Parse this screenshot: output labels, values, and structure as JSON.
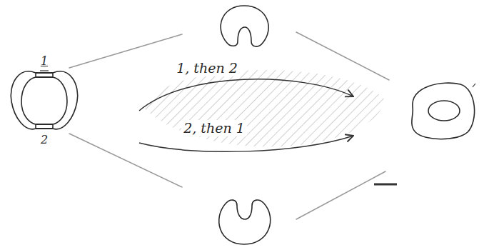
{
  "diagram": {
    "labels": [
      "1",
      "2",
      "1, then 2",
      "2, then 1"
    ]
  }
}
